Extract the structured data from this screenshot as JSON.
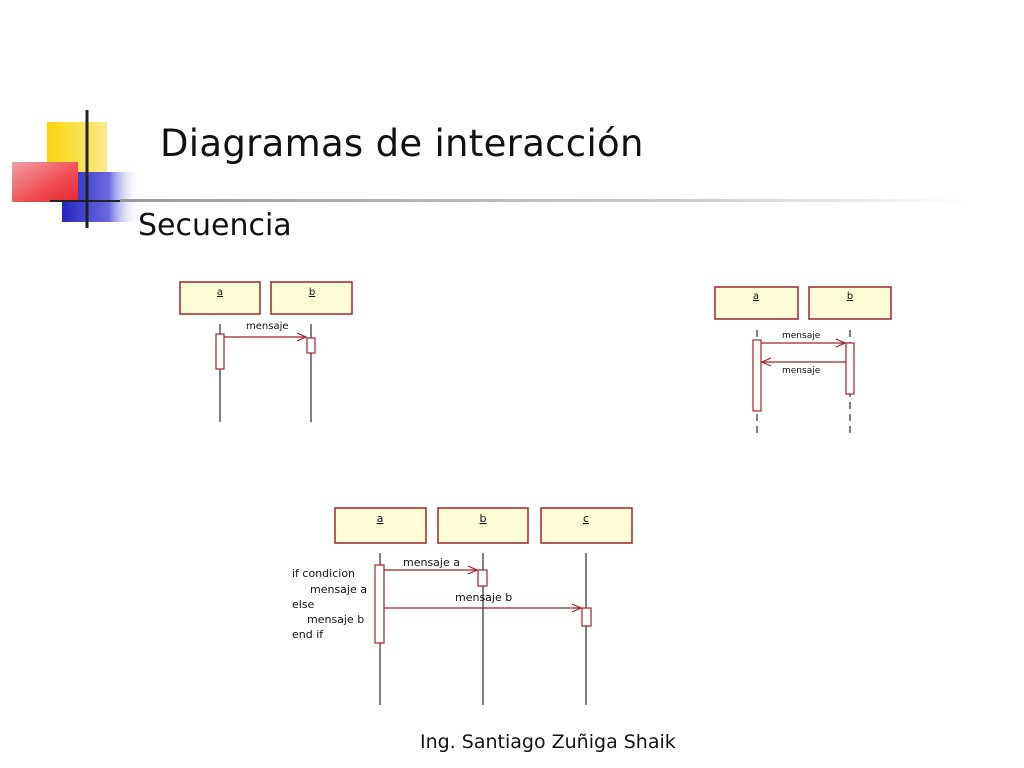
{
  "slide": {
    "title": "Diagramas de interacción",
    "subtitle": "Secuencia",
    "footer": "Ing. Santiago Zuñiga Shaik"
  },
  "colors": {
    "box_fill": "#fefdd6",
    "box_stroke": "#a0232a",
    "arrow": "#a0232a",
    "lifeline": "#000000",
    "deco_yellow": "#f9d70a",
    "deco_red": "#ef4b52",
    "deco_blue": "#2929c8",
    "rule": "#c4c4c4"
  },
  "diagrams": {
    "simple": {
      "objects": [
        "a",
        "b"
      ],
      "message": "mensaje"
    },
    "reply": {
      "objects": [
        "a",
        "b"
      ],
      "message_call": "mensaje",
      "message_return": "mensaje"
    },
    "conditional": {
      "objects": [
        "a",
        "b",
        "c"
      ],
      "message_a": "mensaje a",
      "message_b": "mensaje b",
      "note_lines": [
        "if condicion",
        "mensaje a",
        "else",
        "mensaje b",
        "end if"
      ]
    }
  }
}
